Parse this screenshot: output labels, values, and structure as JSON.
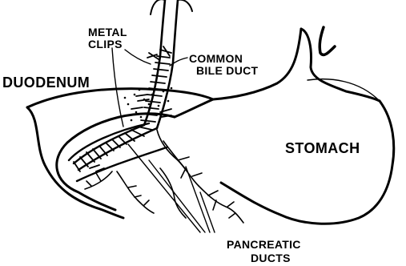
{
  "labels": {
    "metal_clips_line1": "METAL",
    "metal_clips_line2": "CLIPS",
    "common_bile_duct_line1": "COMMON",
    "common_bile_duct_line2": "BILE DUCT",
    "duodenum": "DUODENUM",
    "stomach": "STOMACH",
    "pancreatic_ducts_line1": "PANCREATIC",
    "pancreatic_ducts_line2": "DUCTS"
  },
  "colors": {
    "ink": "#000000",
    "paper": "#ffffff"
  }
}
